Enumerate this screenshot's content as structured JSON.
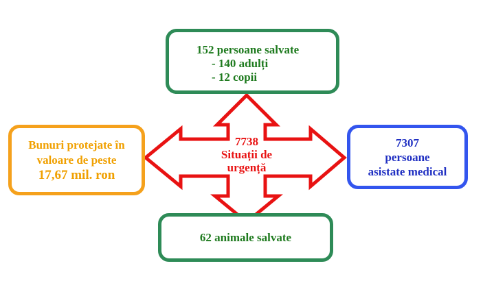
{
  "colors": {
    "green": "#2e8b57",
    "green_text": "#1e7a1e",
    "orange": "#f5a11c",
    "orange_text": "#f0a000",
    "blue": "#3355ee",
    "blue_text": "#1f2fc2",
    "red": "#e81212"
  },
  "top_box": {
    "lines": [
      "152 persoane salvate",
      "- 140 adulți",
      "- 12 copii"
    ]
  },
  "left_box": {
    "lines": [
      "Bunuri protejate în",
      "valoare de peste",
      "17,67 mil. ron"
    ]
  },
  "right_box": {
    "lines": [
      "7307",
      "persoane",
      "asistate medical"
    ]
  },
  "bottom_box": {
    "lines": [
      "62 animale salvate"
    ]
  },
  "center": {
    "lines": [
      "7738",
      "Situații de",
      "urgență"
    ]
  }
}
